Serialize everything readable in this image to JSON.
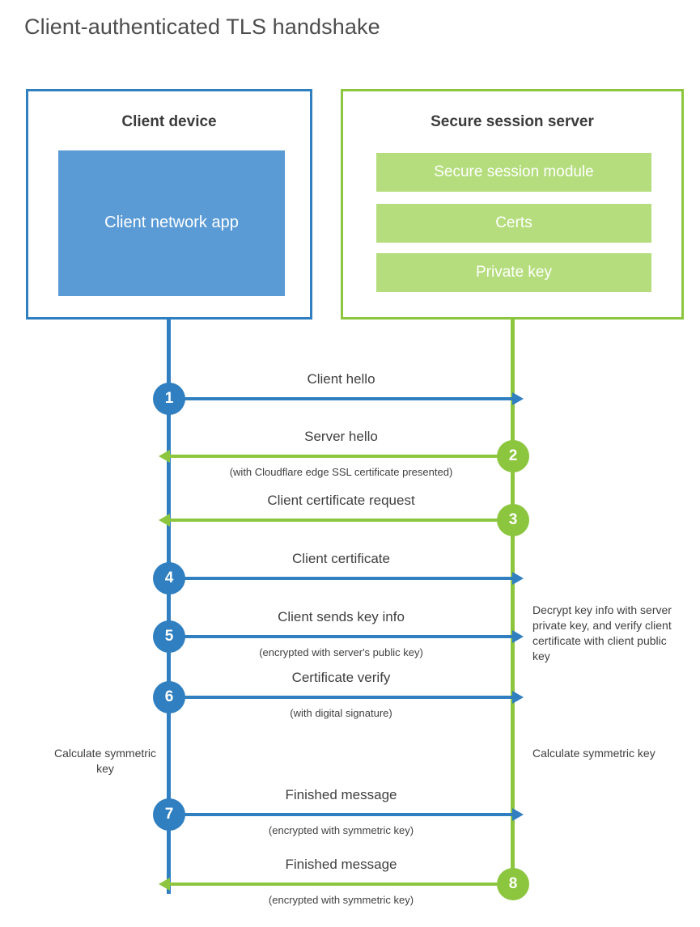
{
  "title": "Client-authenticated TLS handshake",
  "colors": {
    "client_blue": "#2f7fc1",
    "client_app_fill": "#5b9bd5",
    "server_green": "#8cc63f",
    "server_block_fill": "#b5dd7d",
    "text": "#3f3f3f",
    "title_text": "#4d4d4d"
  },
  "actors": {
    "client": {
      "title": "Client device",
      "app_label": "Client network app"
    },
    "server": {
      "title": "Secure session server",
      "blocks": [
        "Secure session module",
        "Certs",
        "Private key"
      ]
    }
  },
  "messages": [
    {
      "number": "1",
      "label": "Client hello",
      "sublabel": "",
      "direction": "client-to-server",
      "color": "blue"
    },
    {
      "number": "2",
      "label": "Server hello",
      "sublabel": "(with Cloudflare edge SSL certificate presented)",
      "direction": "server-to-client",
      "color": "green"
    },
    {
      "number": "3",
      "label": "Client certificate request",
      "sublabel": "",
      "direction": "server-to-client",
      "color": "green"
    },
    {
      "number": "4",
      "label": "Client certificate",
      "sublabel": "",
      "direction": "client-to-server",
      "color": "blue"
    },
    {
      "number": "5",
      "label": "Client sends key info",
      "sublabel": "(encrypted with server's public key)",
      "direction": "client-to-server",
      "color": "blue"
    },
    {
      "number": "6",
      "label": "Certificate verify",
      "sublabel": "(with digital signature)",
      "direction": "client-to-server",
      "color": "blue"
    },
    {
      "number": "7",
      "label": "Finished message",
      "sublabel": "(encrypted with symmetric key)",
      "direction": "client-to-server",
      "color": "blue"
    },
    {
      "number": "8",
      "label": "Finished message",
      "sublabel": "(encrypted with symmetric key)",
      "direction": "server-to-client",
      "color": "green"
    }
  ],
  "annotations": {
    "decrypt_note": "Decrypt key info with server private key, and verify client certificate with client public key",
    "calculate_client": "Calculate symmetric key",
    "calculate_server": "Calculate symmetric key"
  }
}
